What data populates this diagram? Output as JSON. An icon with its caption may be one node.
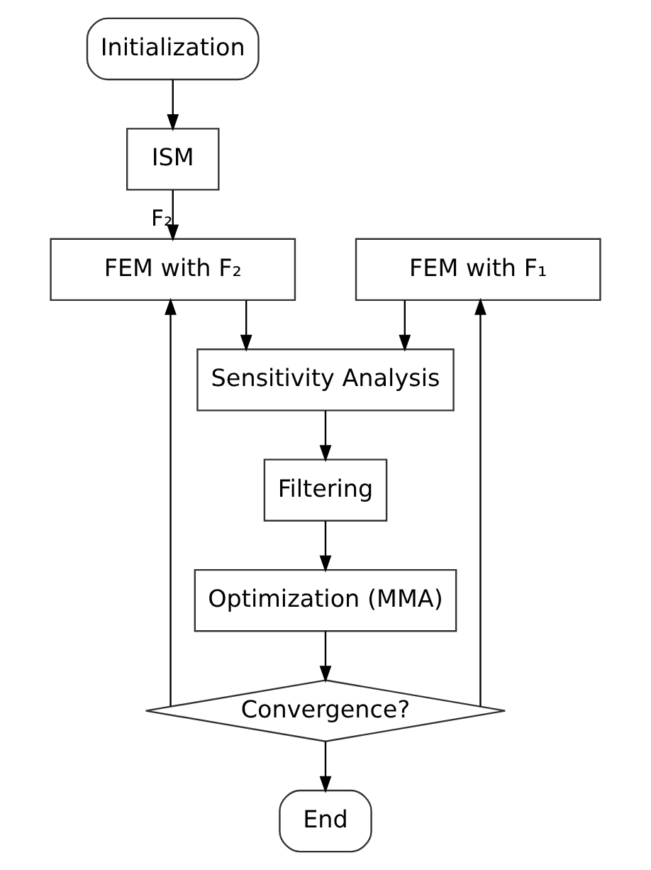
{
  "diagram": {
    "nodes": [
      {
        "text": [
          "Initialization"
        ]
      },
      {
        "text": [
          "ISM"
        ]
      },
      {
        "text": [
          "FEM with F₁"
        ]
      },
      {
        "text": [
          "FEM with F₂"
        ]
      },
      {
        "text": [
          "Sensitivity Analysis"
        ]
      },
      {
        "text": [
          "Filtering"
        ]
      },
      {
        "text": [
          "Optimization (MMA)"
        ]
      },
      {
        "text": [
          "Convergence?"
        ]
      },
      {
        "text": [
          "End"
        ]
      }
    ],
    "edges": [
      {
        "from": 0,
        "to": 1,
        "arrow": "to"
      },
      {
        "from": 1,
        "to": 3,
        "arrow": "to",
        "label": "F₂"
      },
      {
        "from": 7,
        "to": 2,
        "arrow": "to"
      },
      {
        "from": 7,
        "to": 3,
        "arrow": "to"
      },
      {
        "from": 2,
        "to": 4,
        "arrow": "to"
      },
      {
        "from": 3,
        "to": 4,
        "arrow": "to"
      },
      {
        "from": 4,
        "to": 5,
        "arrow": "to"
      },
      {
        "from": 5,
        "to": 6,
        "arrow": "to"
      },
      {
        "from": 6,
        "to": 7,
        "arrow": "to"
      },
      {
        "from": 7,
        "to": 8,
        "arrow": "to"
      }
    ]
  }
}
